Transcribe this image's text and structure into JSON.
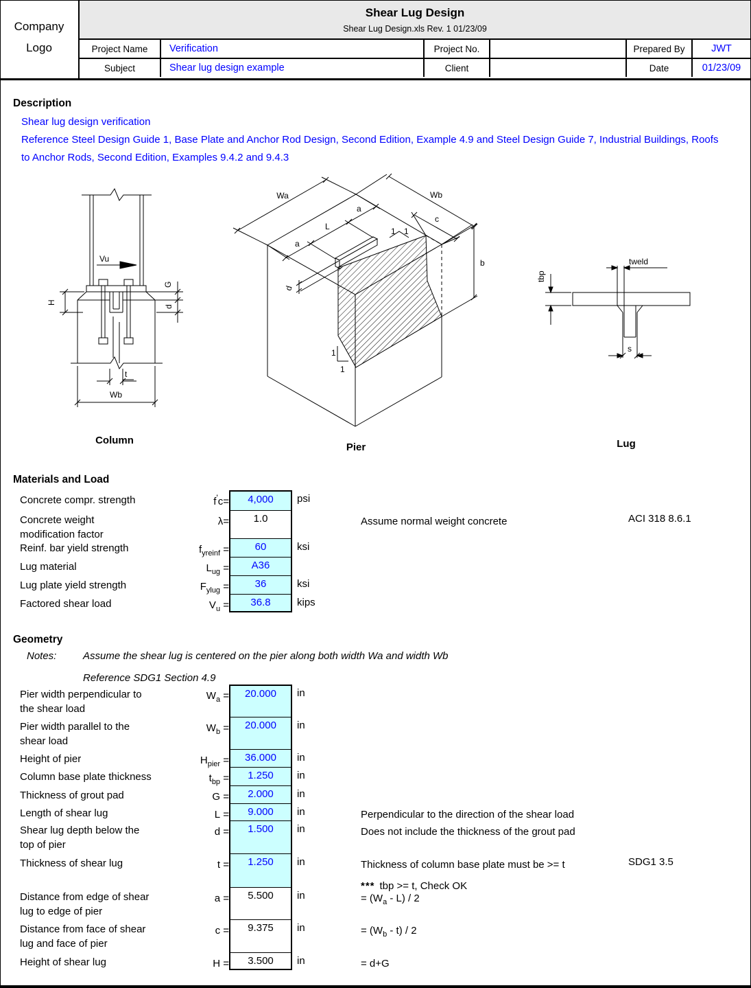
{
  "colors": {
    "accent_blue": "#0000ff",
    "input_bg": "#ccffff",
    "title_bg": "#e9e9e9"
  },
  "header": {
    "logo_line1": "Company",
    "logo_line2": "Logo",
    "title": "Shear Lug Design",
    "subtitle": "Shear Lug Design.xls  Rev. 1  01/23/09",
    "row1": {
      "label1": "Project Name",
      "value1": "Verification",
      "label2": "Project No.",
      "value2": "",
      "label3": "Prepared By",
      "value3": "JWT"
    },
    "row2": {
      "label1": "Subject",
      "value1": "Shear lug design example",
      "label2": "Client",
      "value2": "",
      "label3": "Date",
      "value3": "01/23/09"
    }
  },
  "description": {
    "heading": "Description",
    "line1": "Shear lug design verification",
    "line2": "Reference Steel Design Guide 1, Base Plate and Anchor Rod Design, Second Edition, Example 4.9 and Steel Design Guide 7, Industrial Buildings, Roofs",
    "line3": "to Anchor Rods, Second Edition, Examples 9.4.2 and 9.4.3"
  },
  "drawings": {
    "column": {
      "caption": "Column",
      "vu": "Vu",
      "h": "H",
      "g": "G",
      "d": "d",
      "t": "t",
      "wb": "Wb"
    },
    "pier": {
      "caption": "Pier",
      "wa": "Wa",
      "wb": "Wb",
      "a_upper": "a",
      "l": "L",
      "a_lower": "a",
      "c": "c",
      "b": "b",
      "d": "d",
      "slope": [
        "1",
        "1",
        "1",
        "1"
      ]
    },
    "lug": {
      "caption": "Lug",
      "tweld": "tweld",
      "tbp": "tbp",
      "s": "s"
    }
  },
  "materials": {
    "heading": "Materials and Load",
    "rows": [
      {
        "label": "Concrete compr. strength",
        "label2": "",
        "sym_pre": "f",
        "sym_sup": "'",
        "sym_sub": "",
        "sym_post": "c=",
        "value": "4,000",
        "unit": "psi",
        "comment_pre": "",
        "comment_sub": "",
        "comment_post": "",
        "ref": "",
        "check_stars": "",
        "check_text": "",
        "editable": true
      },
      {
        "label": "Concrete weight",
        "label2": "modification factor",
        "sym_pre": "λ",
        "sym_sup": "",
        "sym_sub": "",
        "sym_post": "=",
        "value": "1.0",
        "unit": "",
        "comment_pre": "Assume normal weight concrete",
        "comment_sub": "",
        "comment_post": "",
        "ref": "ACI 318 8.6.1",
        "check_stars": "",
        "check_text": "",
        "editable": false
      },
      {
        "label": "Reinf. bar yield strength",
        "label2": "",
        "sym_pre": "f",
        "sym_sup": "",
        "sym_sub": "yreinf",
        "sym_post": " =",
        "value": "60",
        "unit": "ksi",
        "comment_pre": "",
        "comment_sub": "",
        "comment_post": "",
        "ref": "",
        "check_stars": "",
        "check_text": "",
        "editable": true
      },
      {
        "label": "Lug material",
        "label2": "",
        "sym_pre": "L",
        "sym_sup": "",
        "sym_sub": "ug",
        "sym_post": " =",
        "value": "A36",
        "unit": "",
        "comment_pre": "",
        "comment_sub": "",
        "comment_post": "",
        "ref": "",
        "check_stars": "",
        "check_text": "",
        "editable": true
      },
      {
        "label": "Lug plate yield strength",
        "label2": "",
        "sym_pre": "F",
        "sym_sup": "",
        "sym_sub": "ylug",
        "sym_post": " =",
        "value": "36",
        "unit": "ksi",
        "comment_pre": "",
        "comment_sub": "",
        "comment_post": "",
        "ref": "",
        "check_stars": "",
        "check_text": "",
        "editable": true
      },
      {
        "label": "Factored shear load",
        "label2": "",
        "sym_pre": "V",
        "sym_sup": "",
        "sym_sub": "u",
        "sym_post": " =",
        "value": "36.8",
        "unit": "kips",
        "comment_pre": "",
        "comment_sub": "",
        "comment_post": "",
        "ref": "",
        "check_stars": "",
        "check_text": "",
        "editable": true
      }
    ]
  },
  "geometry": {
    "heading": "Geometry",
    "notes_label": "Notes:",
    "note1": "Assume the shear lug is centered on the pier along both width Wa and width Wb",
    "note2": "Reference SDG1 Section 4.9",
    "rows": [
      {
        "label": "Pier width perpendicular to",
        "label2": "the shear load",
        "sym_pre": "W",
        "sym_sup": "",
        "sym_sub": "a",
        "sym_post": " =",
        "value": "20.000",
        "unit": "in",
        "comment_pre": "",
        "comment_sub": "",
        "comment_post": "",
        "ref": "",
        "check_stars": "",
        "check_text": "",
        "editable": true
      },
      {
        "label": "Pier width parallel to the",
        "label2": "shear load",
        "sym_pre": "W",
        "sym_sup": "",
        "sym_sub": "b",
        "sym_post": " =",
        "value": "20.000",
        "unit": "in",
        "comment_pre": "",
        "comment_sub": "",
        "comment_post": "",
        "ref": "",
        "check_stars": "",
        "check_text": "",
        "editable": true
      },
      {
        "label": "Height of pier",
        "label2": "",
        "sym_pre": "H",
        "sym_sup": "",
        "sym_sub": "pier",
        "sym_post": " =",
        "value": "36.000",
        "unit": "in",
        "comment_pre": "",
        "comment_sub": "",
        "comment_post": "",
        "ref": "",
        "check_stars": "",
        "check_text": "",
        "editable": true
      },
      {
        "label": "Column base plate thickness",
        "label2": "",
        "sym_pre": "t",
        "sym_sup": "",
        "sym_sub": "bp",
        "sym_post": " =",
        "value": "1.250",
        "unit": "in",
        "comment_pre": "",
        "comment_sub": "",
        "comment_post": "",
        "ref": "",
        "check_stars": "",
        "check_text": "",
        "editable": true
      },
      {
        "label": "Thickness of grout pad",
        "label2": "",
        "sym_pre": "G",
        "sym_sup": "",
        "sym_sub": "",
        "sym_post": " =",
        "value": "2.000",
        "unit": "in",
        "comment_pre": "",
        "comment_sub": "",
        "comment_post": "",
        "ref": "",
        "check_stars": "",
        "check_text": "",
        "editable": true
      },
      {
        "label": "Length of shear lug",
        "label2": "",
        "sym_pre": "L",
        "sym_sup": "",
        "sym_sub": "",
        "sym_post": " =",
        "value": "9.000",
        "unit": "in",
        "comment_pre": "Perpendicular to the direction of the shear load",
        "comment_sub": "",
        "comment_post": "",
        "ref": "",
        "check_stars": "",
        "check_text": "",
        "editable": true
      },
      {
        "label": "Shear lug depth below the",
        "label2": "top of pier",
        "sym_pre": "d",
        "sym_sup": "",
        "sym_sub": "",
        "sym_post": " =",
        "value": "1.500",
        "unit": "in",
        "comment_pre": "Does not include the thickness of the grout pad",
        "comment_sub": "",
        "comment_post": "",
        "ref": "",
        "check_stars": "",
        "check_text": "",
        "editable": true
      },
      {
        "label": "Thickness of shear lug",
        "label2": "",
        "sym_pre": "t",
        "sym_sup": "",
        "sym_sub": "",
        "sym_post": " =",
        "value": "1.250",
        "unit": "in",
        "comment_pre": "Thickness of column base plate must be >= t",
        "comment_sub": "",
        "comment_post": "",
        "ref": "SDG1 3.5",
        "check_stars": "***",
        "check_text": "tbp >= t, Check OK",
        "editable": true
      },
      {
        "label": "Distance from edge of shear",
        "label2": "lug to edge of pier",
        "sym_pre": "a",
        "sym_sup": "",
        "sym_sub": "",
        "sym_post": " =",
        "value": "5.500",
        "unit": "in",
        "comment_pre": "= (W",
        "comment_sub": "a",
        "comment_post": " - L) / 2",
        "ref": "",
        "check_stars": "",
        "check_text": "",
        "editable": false
      },
      {
        "label": "Distance from face of shear",
        "label2": "lug and face of pier",
        "sym_pre": "c",
        "sym_sup": "",
        "sym_sub": "",
        "sym_post": " =",
        "value": "9.375",
        "unit": "in",
        "comment_pre": "= (W",
        "comment_sub": "b",
        "comment_post": " - t) / 2",
        "ref": "",
        "check_stars": "",
        "check_text": "",
        "editable": false
      },
      {
        "label": "Height of shear lug",
        "label2": "",
        "sym_pre": "H",
        "sym_sup": "",
        "sym_sub": "",
        "sym_post": " =",
        "value": "3.500",
        "unit": "in",
        "comment_pre": "= d+G",
        "comment_sub": "",
        "comment_post": "",
        "ref": "",
        "check_stars": "",
        "check_text": "",
        "editable": false
      }
    ]
  }
}
